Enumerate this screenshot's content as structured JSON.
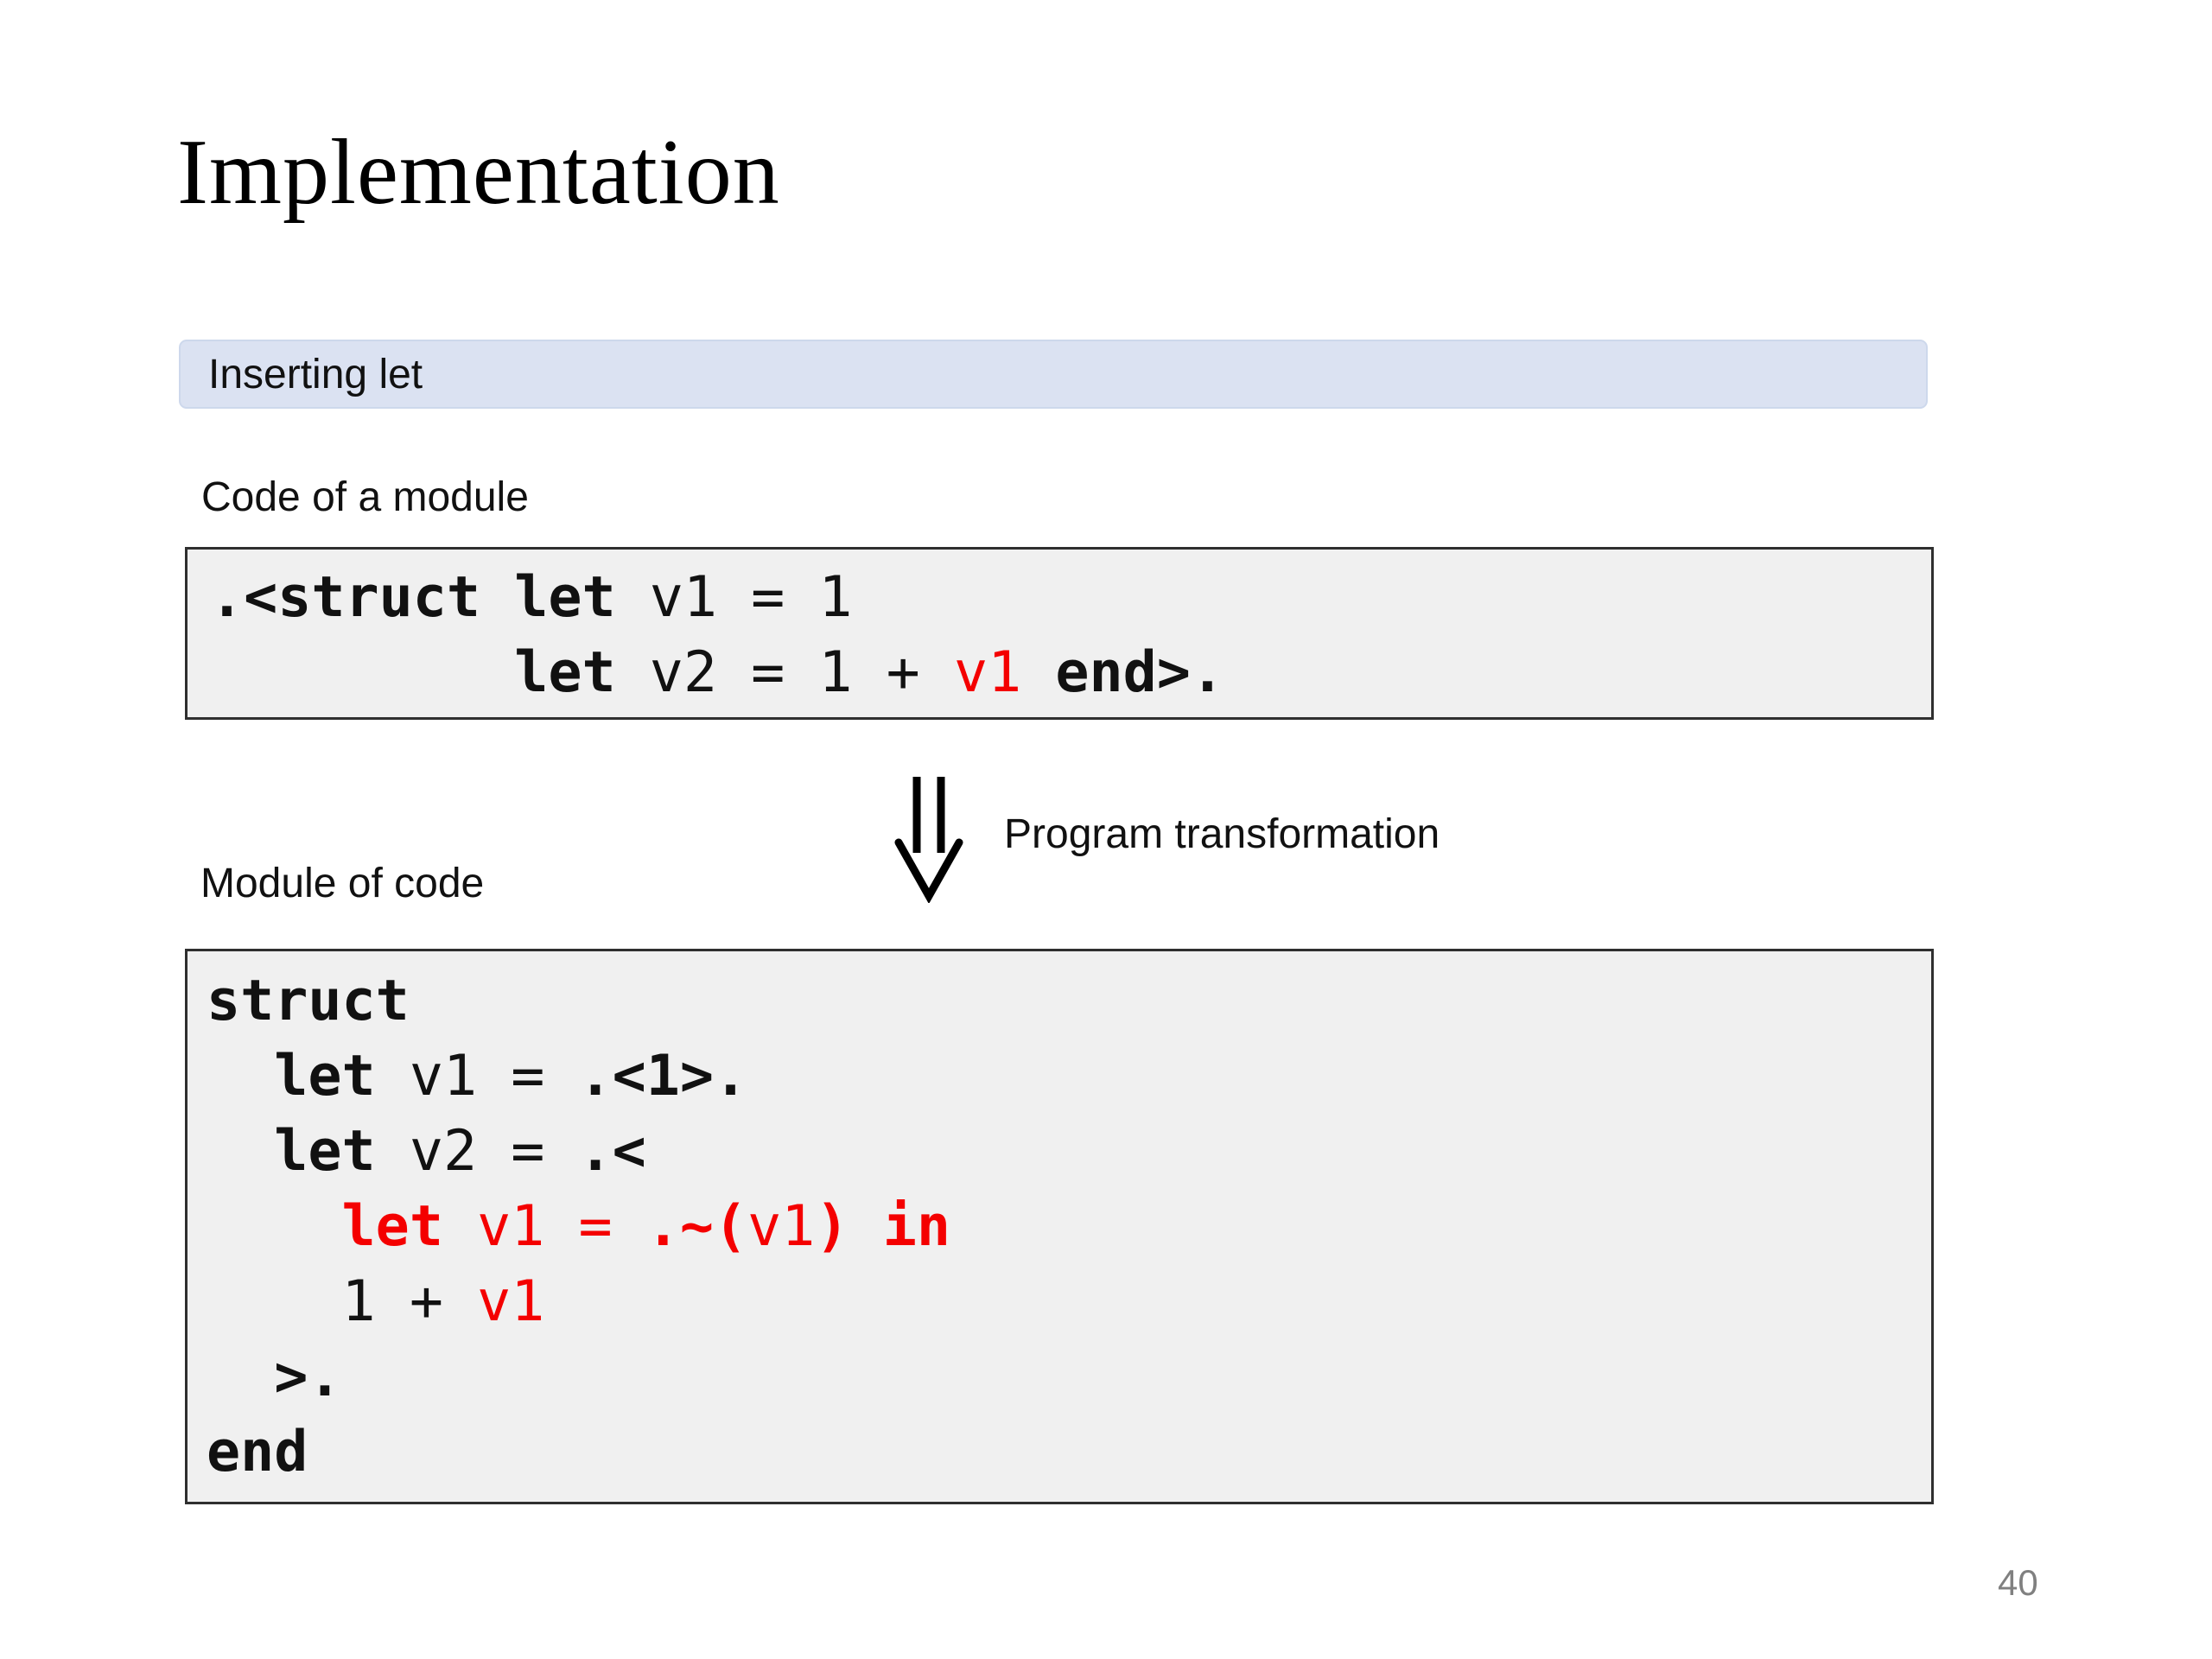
{
  "slide": {
    "title": "Implementation",
    "banner_label": "Inserting let",
    "code_of_module_label": "Code of a module",
    "module_of_code_label": "Module of code",
    "transform_label": "Program transformation",
    "page_number": "40",
    "arrow_icon": "double-down-arrow"
  },
  "colors": {
    "banner_bg": "#dbe2f2",
    "code_box_bg": "#f0f0f0",
    "code_box_border": "#2f2f2f",
    "code_red": "#f40000",
    "page_number_gray": "#808080"
  },
  "code_module": {
    "lines": [
      [
        [
          "b",
          ".<struct let "
        ],
        [
          "n",
          "v1 = 1"
        ]
      ],
      [
        [
          "n",
          "         "
        ],
        [
          "b",
          "let "
        ],
        [
          "n",
          "v2 = 1 + "
        ],
        [
          "r",
          "v1"
        ],
        [
          "n",
          " "
        ],
        [
          "b",
          "end>."
        ]
      ]
    ]
  },
  "module_code": {
    "lines": [
      [
        [
          "b",
          "struct"
        ]
      ],
      [
        [
          "n",
          "  "
        ],
        [
          "b",
          "let "
        ],
        [
          "n",
          "v1 = "
        ],
        [
          "b",
          ".<1>."
        ]
      ],
      [
        [
          "n",
          "  "
        ],
        [
          "b",
          "let "
        ],
        [
          "n",
          "v2 = "
        ],
        [
          "b",
          ".<"
        ]
      ],
      [
        [
          "n",
          "    "
        ],
        [
          "rb",
          "let "
        ],
        [
          "r",
          "v1 = "
        ],
        [
          "rb",
          ".~("
        ],
        [
          "r",
          "v1"
        ],
        [
          "rb",
          ") in"
        ]
      ],
      [
        [
          "n",
          "    "
        ],
        [
          "n",
          "1 + "
        ],
        [
          "r",
          "v1"
        ]
      ],
      [
        [
          "n",
          "  "
        ],
        [
          "b",
          ">."
        ]
      ],
      [
        [
          "b",
          "end"
        ]
      ]
    ]
  }
}
